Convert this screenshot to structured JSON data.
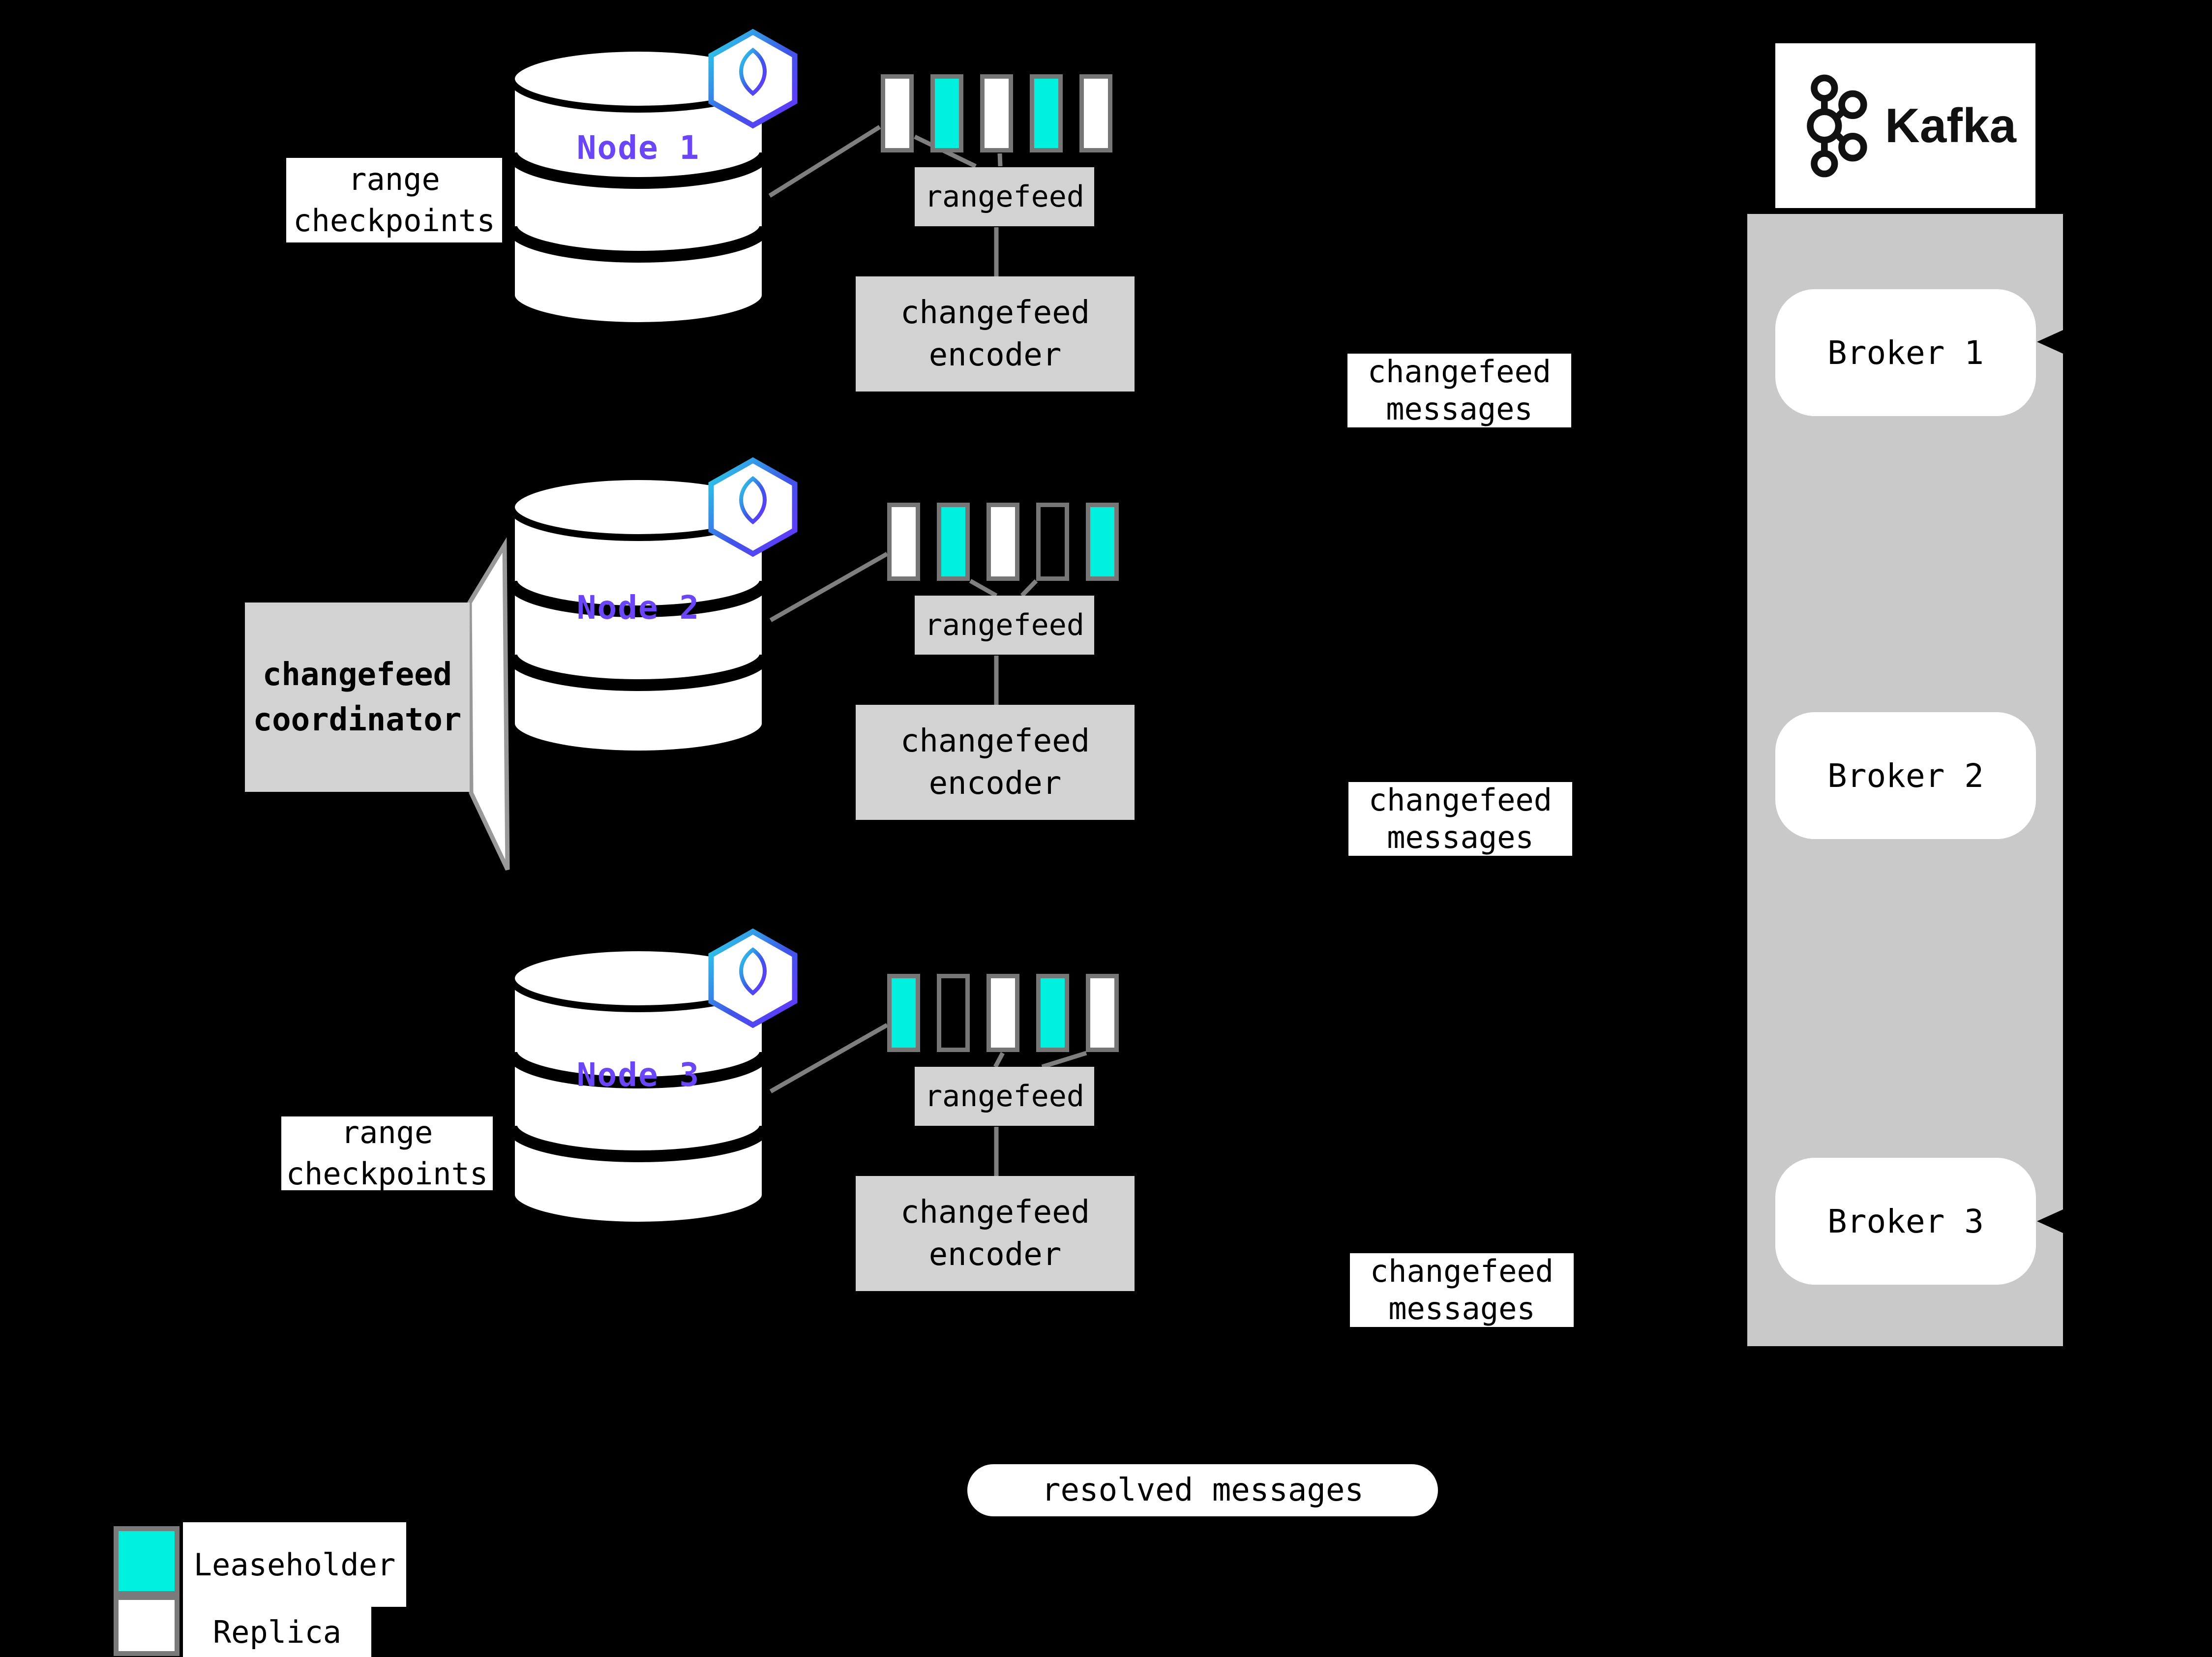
{
  "diagram": {
    "nodes": [
      {
        "name": "Node 1",
        "rangefeed_label": "rangefeed",
        "encoder_label": "changefeed\nencoder",
        "message_label": "changefeed\nmessages",
        "ranges": [
          "replica",
          "leaseholder",
          "replica",
          "leaseholder",
          "replica"
        ]
      },
      {
        "name": "Node 2",
        "rangefeed_label": "rangefeed",
        "encoder_label": "changefeed\nencoder",
        "message_label": "changefeed\nmessages",
        "ranges": [
          "replica",
          "leaseholder",
          "replica",
          "empty",
          "leaseholder"
        ]
      },
      {
        "name": "Node 3",
        "rangefeed_label": "rangefeed",
        "encoder_label": "changefeed\nencoder",
        "message_label": "changefeed\nmessages",
        "ranges": [
          "leaseholder",
          "empty",
          "replica",
          "leaseholder",
          "replica"
        ]
      }
    ],
    "labels": {
      "range_checkpoints_top": "range\ncheckpoints",
      "range_checkpoints_bottom": "range\ncheckpoints",
      "coordinator": "changefeed\ncoordinator",
      "resolved": "resolved messages"
    },
    "kafka": {
      "brand": "Kafka",
      "brokers": [
        "Broker 1",
        "Broker 2",
        "Broker 3"
      ]
    },
    "legend": [
      {
        "label": "Leaseholder",
        "color": "#00F0E0"
      },
      {
        "label": "Replica",
        "color": "#FFFFFF"
      }
    ],
    "colors": {
      "leaseholder_cyan": "#00F0E0",
      "replica_white": "#FFFFFF",
      "node_text_purple": "#6B46F7",
      "box_gray": "#D2D2D2",
      "kafka_container_gray": "#C9C9C9",
      "connector_gray": "#7F7F7F",
      "background": "#000000"
    }
  }
}
